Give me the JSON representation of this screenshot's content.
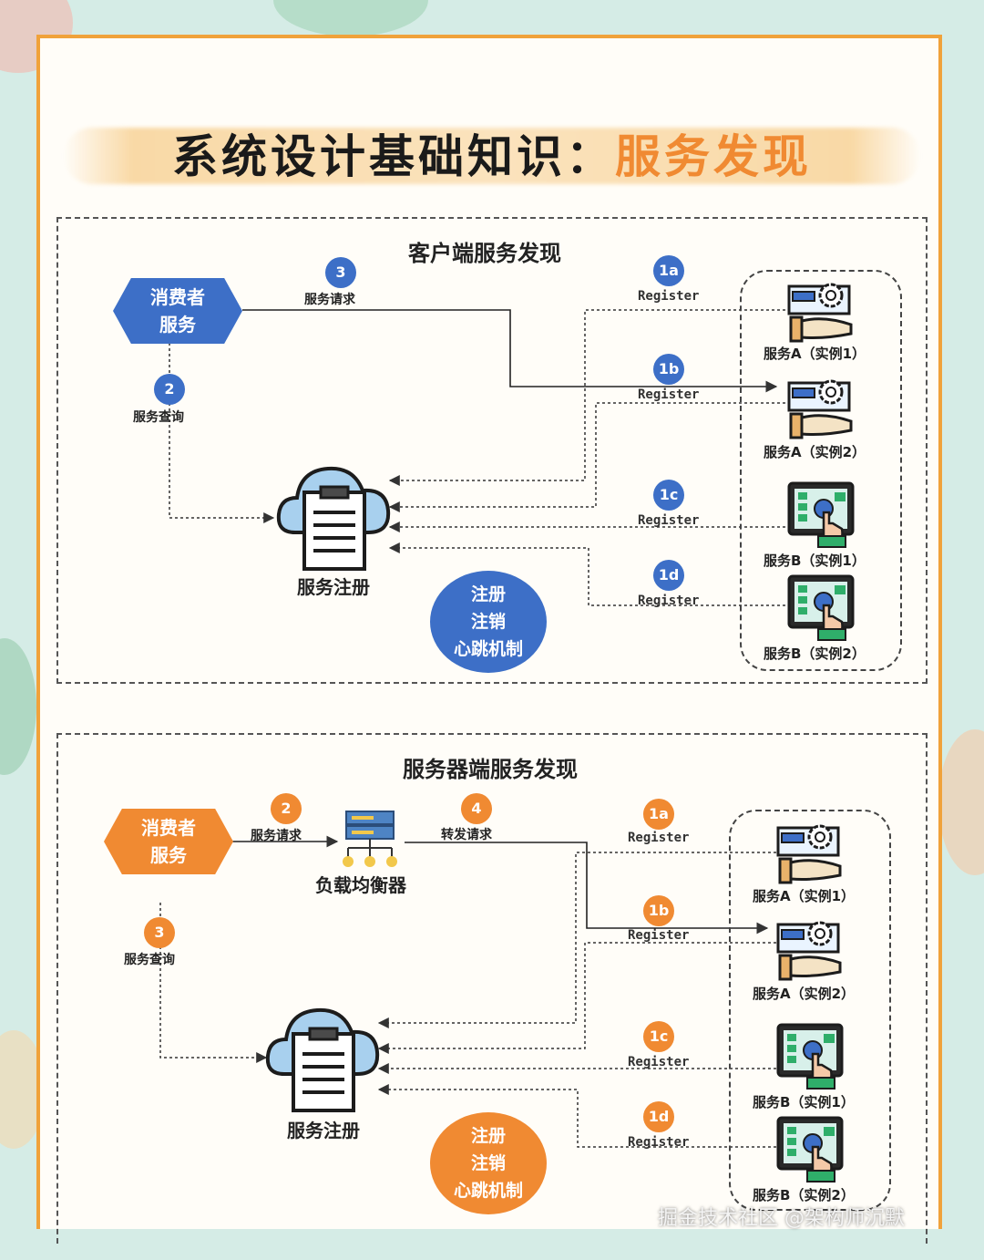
{
  "title": {
    "main": "系统设计基础知识：",
    "highlight": "服务发现"
  },
  "client": {
    "section_title": "客户端服务发现",
    "consumer": {
      "line1": "消费者",
      "line2": "服务"
    },
    "step3": {
      "num": "3",
      "label": "服务请求"
    },
    "step2": {
      "num": "2",
      "label": "服务查询"
    },
    "registry_label": "服务注册",
    "mechanism": {
      "line1": "注册",
      "line2": "注销",
      "line3": "心跳机制"
    },
    "registers": [
      {
        "num": "1a",
        "label": "Register"
      },
      {
        "num": "1b",
        "label": "Register"
      },
      {
        "num": "1c",
        "label": "Register"
      },
      {
        "num": "1d",
        "label": "Register"
      }
    ],
    "instances": [
      "服务A（实例1）",
      "服务A（实例2）",
      "服务B（实例1）",
      "服务B（实例2）"
    ]
  },
  "server": {
    "section_title": "服务器端服务发现",
    "consumer": {
      "line1": "消费者",
      "line2": "服务"
    },
    "step2": {
      "num": "2",
      "label": "服务请求"
    },
    "step4": {
      "num": "4",
      "label": "转发请求"
    },
    "step3": {
      "num": "3",
      "label": "服务查询"
    },
    "load_balancer_label": "负载均衡器",
    "registry_label": "服务注册",
    "mechanism": {
      "line1": "注册",
      "line2": "注销",
      "line3": "心跳机制"
    },
    "registers": [
      {
        "num": "1a",
        "label": "Register"
      },
      {
        "num": "1b",
        "label": "Register"
      },
      {
        "num": "1c",
        "label": "Register"
      },
      {
        "num": "1d",
        "label": "Register"
      }
    ],
    "instances": [
      "服务A（实例1）",
      "服务A（实例2）",
      "服务B（实例1）",
      "服务B（实例2）"
    ]
  },
  "watermark": "掘金技术社区 @架构师沉默",
  "colors": {
    "blue": "#3d6fc7",
    "orange": "#f08a32",
    "frame": "#f0a23b"
  }
}
